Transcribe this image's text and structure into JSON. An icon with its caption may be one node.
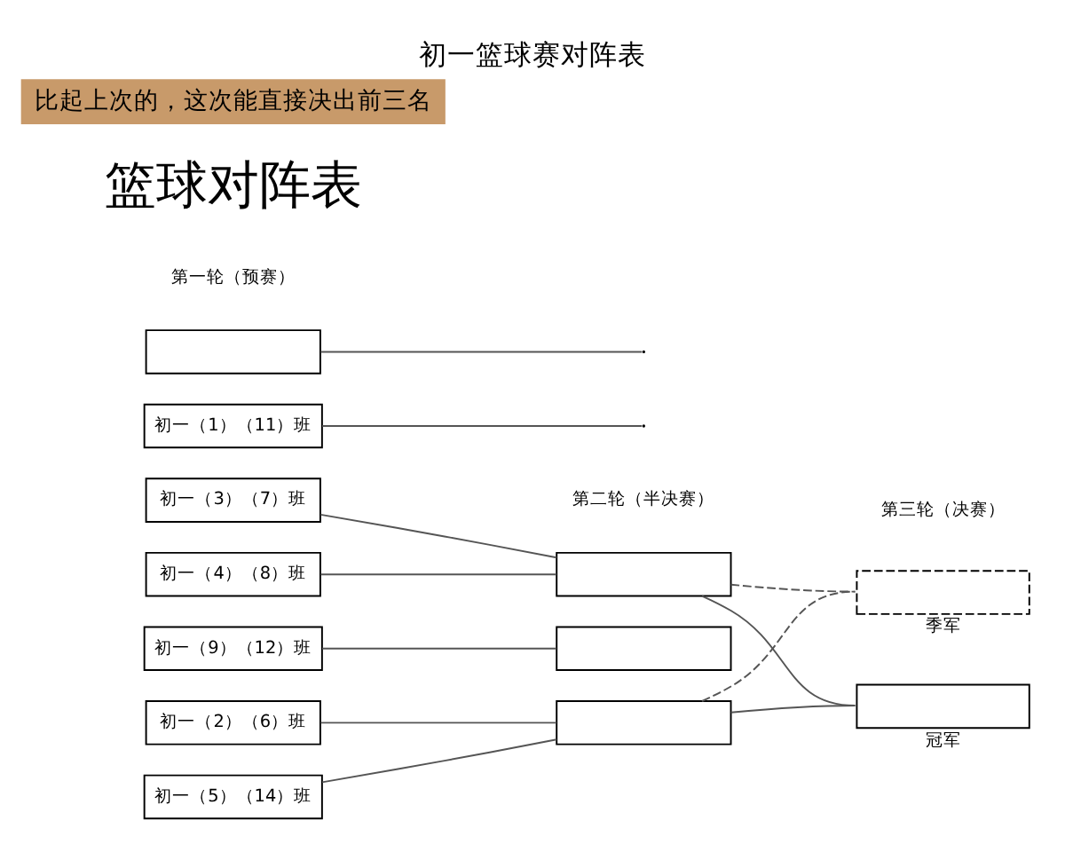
{
  "diagram": {
    "title": "初一篮球赛对阵表",
    "nodes": [
      {
        "text": [],
        "shape": "box"
      },
      {
        "text": [
          "初一（1）（11）班"
        ]
      },
      {
        "text": [
          "初一（3）（7）班"
        ]
      },
      {
        "text": [
          "初一（4）（8）班"
        ]
      },
      {
        "text": [
          "初一（9）（12）班"
        ]
      },
      {
        "text": [
          "初一（2）（6）班"
        ]
      },
      {
        "text": [
          "初一（5）（14）班"
        ]
      },
      {
        "text": [],
        "shape": "box"
      },
      {
        "text": [],
        "shape": "box"
      },
      {
        "text": [],
        "shape": "box"
      },
      {
        "text": [],
        "shape": "box",
        "beside": [
          "季军"
        ]
      },
      {
        "text": [],
        "shape": "box",
        "beside": [
          "冠军"
        ]
      }
    ],
    "edges": [
      {
        "from": 0,
        "to": null,
        "arrow": "none"
      },
      {
        "from": 1,
        "to": null,
        "arrow": "none"
      },
      {
        "from": 2,
        "to": 7,
        "arrow": "none"
      },
      {
        "from": 3,
        "to": 7,
        "arrow": "none"
      },
      {
        "from": 4,
        "to": 8,
        "arrow": "none"
      },
      {
        "from": 5,
        "to": 9,
        "arrow": "none"
      },
      {
        "from": 6,
        "to": 9,
        "arrow": "none"
      },
      {
        "from": 7,
        "to": 11,
        "arrow": "none"
      },
      {
        "from": 9,
        "to": 11,
        "arrow": "none"
      },
      {
        "from": 7,
        "to": 10,
        "arrow": "none",
        "style": "dashed"
      },
      {
        "from": 9,
        "to": 10,
        "arrow": "none",
        "style": "dashed"
      }
    ],
    "labels": [
      "第一轮（预赛）",
      "第二轮（半决赛）",
      "第三轮（决赛）",
      "篮球对阵表",
      "比起上次的，这次能直接决出前三名"
    ]
  }
}
